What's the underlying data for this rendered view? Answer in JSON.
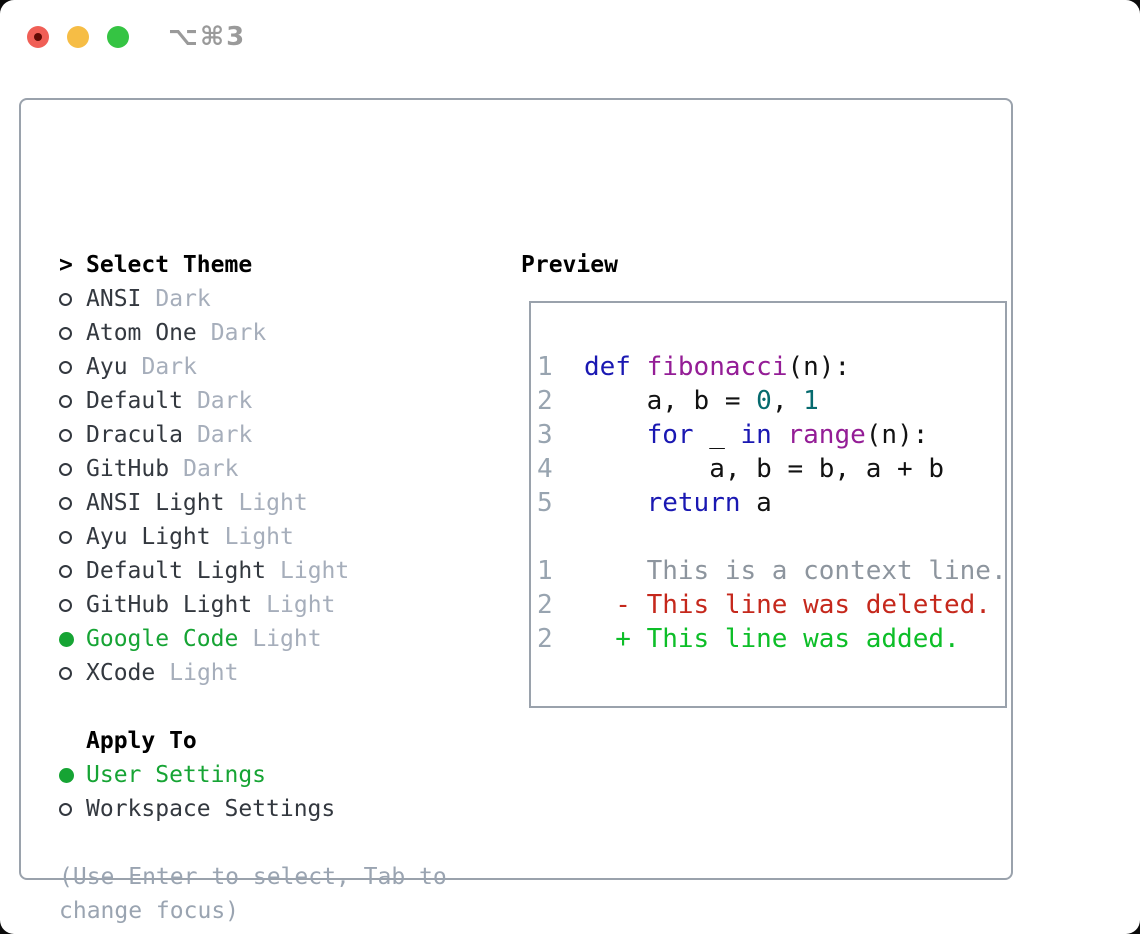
{
  "window": {
    "title": "⌥⌘3",
    "traffic_lights": [
      {
        "name": "close",
        "color": "#f05f56",
        "dot": "#610b05"
      },
      {
        "name": "minimize",
        "color": "#f6bd45"
      },
      {
        "name": "zoom",
        "color": "#35c443"
      }
    ]
  },
  "colors": {
    "border": "#9aa2ac",
    "titleGray": "#9a9a9a",
    "bold": "#000000",
    "label": "#33383f",
    "tag": "#a6aebb",
    "hint": "#9aa4b1",
    "accentGreen": "#16a434",
    "kw": "#1a18b2",
    "fn": "#941d96",
    "nm": "#066a6e",
    "pl": "#121212",
    "ctx": "#8d959e",
    "del": "#c5281c",
    "add": "#0dbe28",
    "ln": "#98a4b0"
  },
  "left": {
    "header": {
      "marker": ">",
      "label": "Select Theme"
    },
    "themes": [
      {
        "name": "ANSI",
        "tag": "Dark",
        "selected": false
      },
      {
        "name": "Atom One",
        "tag": "Dark",
        "selected": false
      },
      {
        "name": "Ayu",
        "tag": "Dark",
        "selected": false
      },
      {
        "name": "Default",
        "tag": "Dark",
        "selected": false
      },
      {
        "name": "Dracula",
        "tag": "Dark",
        "selected": false
      },
      {
        "name": "GitHub",
        "tag": "Dark",
        "selected": false
      },
      {
        "name": "ANSI Light",
        "tag": "Light",
        "selected": false
      },
      {
        "name": "Ayu Light",
        "tag": "Light",
        "selected": false
      },
      {
        "name": "Default Light",
        "tag": "Light",
        "selected": false
      },
      {
        "name": "GitHub Light",
        "tag": "Light",
        "selected": false
      },
      {
        "name": "Google Code",
        "tag": "Light",
        "selected": true
      },
      {
        "name": "XCode",
        "tag": "Light",
        "selected": false
      }
    ],
    "apply_to": {
      "label": "Apply To",
      "options": [
        {
          "name": "User Settings",
          "selected": true
        },
        {
          "name": "Workspace Settings",
          "selected": false
        }
      ]
    },
    "hint_lines": [
      "(Use Enter to select, Tab to",
      "change focus)"
    ]
  },
  "preview": {
    "title": "Preview",
    "code_lines": [
      {
        "num": "1",
        "tokens": [
          [
            "def",
            "kw"
          ],
          [
            " ",
            "pl"
          ],
          [
            "fibonacci",
            "fn"
          ],
          [
            "(n):",
            "pl"
          ]
        ]
      },
      {
        "num": "2",
        "tokens": [
          [
            "    a, b = ",
            "pl"
          ],
          [
            "0",
            "nm"
          ],
          [
            ", ",
            "pl"
          ],
          [
            "1",
            "nm"
          ]
        ]
      },
      {
        "num": "3",
        "tokens": [
          [
            "    ",
            "pl"
          ],
          [
            "for",
            "kw"
          ],
          [
            " _ ",
            "pl"
          ],
          [
            "in",
            "kw"
          ],
          [
            " ",
            "pl"
          ],
          [
            "range",
            "fn"
          ],
          [
            "(n):",
            "pl"
          ]
        ]
      },
      {
        "num": "4",
        "tokens": [
          [
            "        a, b = b, a + b",
            "pl"
          ]
        ]
      },
      {
        "num": "5",
        "tokens": [
          [
            "    ",
            "pl"
          ],
          [
            "return",
            "kw"
          ],
          [
            " a",
            "pl"
          ]
        ]
      },
      {
        "num": "",
        "tokens": []
      },
      {
        "num": "1",
        "tokens": [
          [
            "    This is a context line.",
            "ctx"
          ]
        ]
      },
      {
        "num": "2",
        "tokens": [
          [
            "  - This line was deleted.",
            "del"
          ]
        ]
      },
      {
        "num": "2",
        "tokens": [
          [
            "  + This line was added.",
            "add"
          ]
        ]
      }
    ]
  }
}
